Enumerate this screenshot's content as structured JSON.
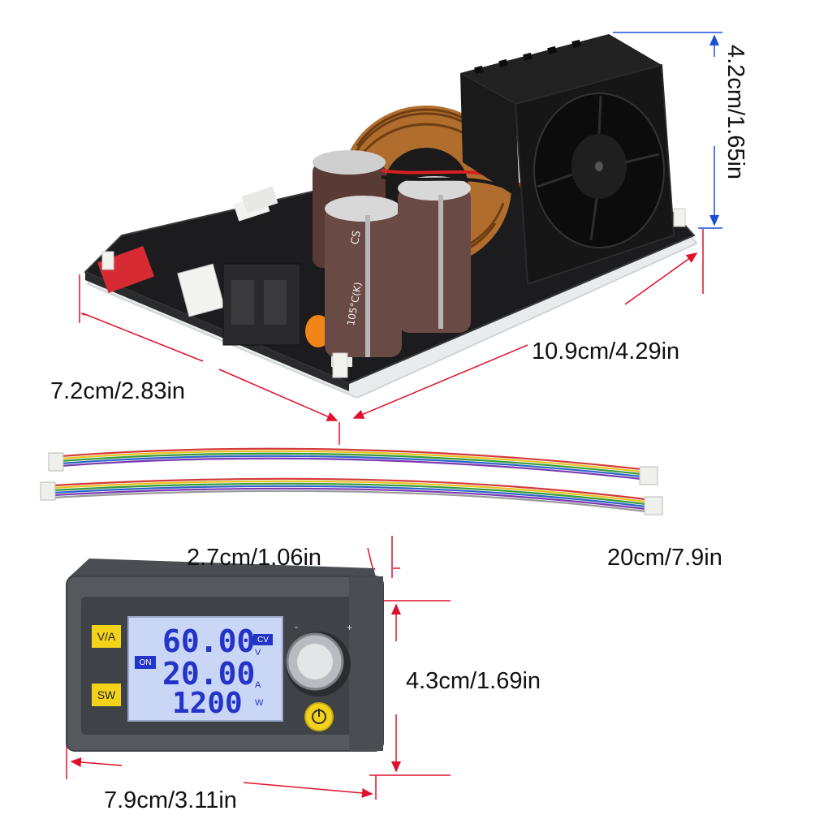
{
  "dimensions": {
    "board_height": "4.2cm/1.65in",
    "board_length": "10.9cm/4.29in",
    "board_width": "7.2cm/2.83in",
    "cable_length": "20cm/7.9in",
    "panel_depth": "2.7cm/1.06in",
    "panel_height": "4.3cm/1.69in",
    "panel_width": "7.9cm/3.11in"
  },
  "panel": {
    "button_va": "V/A",
    "button_sw": "SW",
    "badge_cv": "CV",
    "badge_on": "ON",
    "voltage": "60.00",
    "voltage_unit": "V",
    "current": "20.00",
    "current_unit": "A",
    "power": "1200",
    "power_unit": "W",
    "knob_minus": "-",
    "knob_plus": "+"
  },
  "capacitor": {
    "brand": "CS",
    "rating": "105°C(K)"
  },
  "colors": {
    "red_dimension_line": "#e0102a",
    "blue_dimension_line": "#1a4fd8",
    "lcd_background": "#c9d6f6",
    "lcd_digits": "#2433c8",
    "panel_button_yellow": "#f3d21a"
  }
}
